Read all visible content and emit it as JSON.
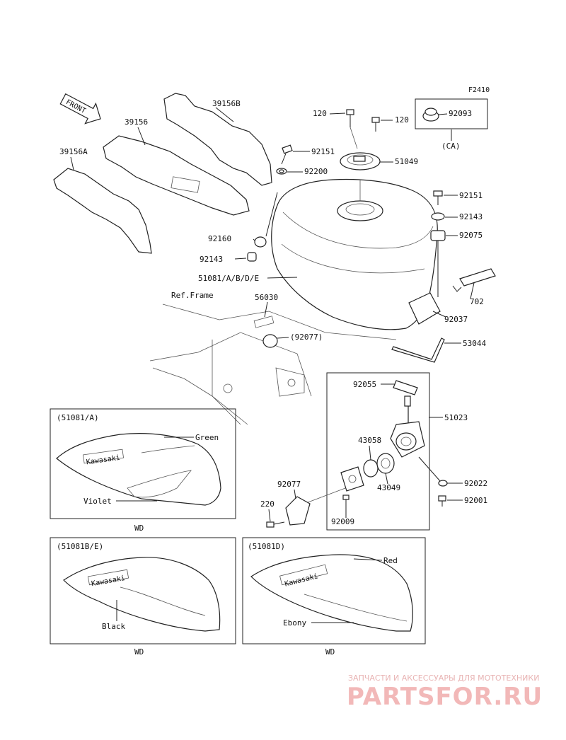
{
  "figure_code": "F2410",
  "front_arrow": "FRONT",
  "part_labels": {
    "p39156B": "39156B",
    "p39156": "39156",
    "p39156A": "39156A",
    "p120a": "120",
    "p120b": "120",
    "p92093": "92093",
    "ca": "(CA)",
    "p92151a": "92151",
    "p92200": "92200",
    "p51049": "51049",
    "p92151b": "92151",
    "p92143b": "92143",
    "p92160": "92160",
    "p92075": "92075",
    "p92143a": "92143",
    "p51081": "51081/A/B/D/E",
    "p702": "702",
    "ref_frame": "Ref.Frame",
    "p56030": "56030",
    "p92037": "92037",
    "p92077a": "(92077)",
    "p53044": "53044",
    "p92055": "92055",
    "p51023": "51023",
    "p43058": "43058",
    "p43049": "43049",
    "p92077b": "92077",
    "p92022": "92022",
    "p220": "220",
    "p92009": "92009",
    "p92001": "92001"
  },
  "variants": [
    {
      "code": "(51081/A)",
      "brand": "Kawasaki",
      "colors": [
        "Green",
        "Violet"
      ],
      "market": "WD"
    },
    {
      "code": "(51081B/E)",
      "brand": "Kawasaki",
      "colors": [
        "Black"
      ],
      "market": "WD"
    },
    {
      "code": "(51081D)",
      "brand": "Kawasaki",
      "colors": [
        "Red",
        "Ebony"
      ],
      "market": "WD"
    }
  ],
  "watermark": {
    "tagline": "ЗАПЧАСТИ И АКСЕССУАРЫ ДЛЯ МОТОТЕХНИКИ",
    "brand": "PARTSFOR.RU"
  }
}
